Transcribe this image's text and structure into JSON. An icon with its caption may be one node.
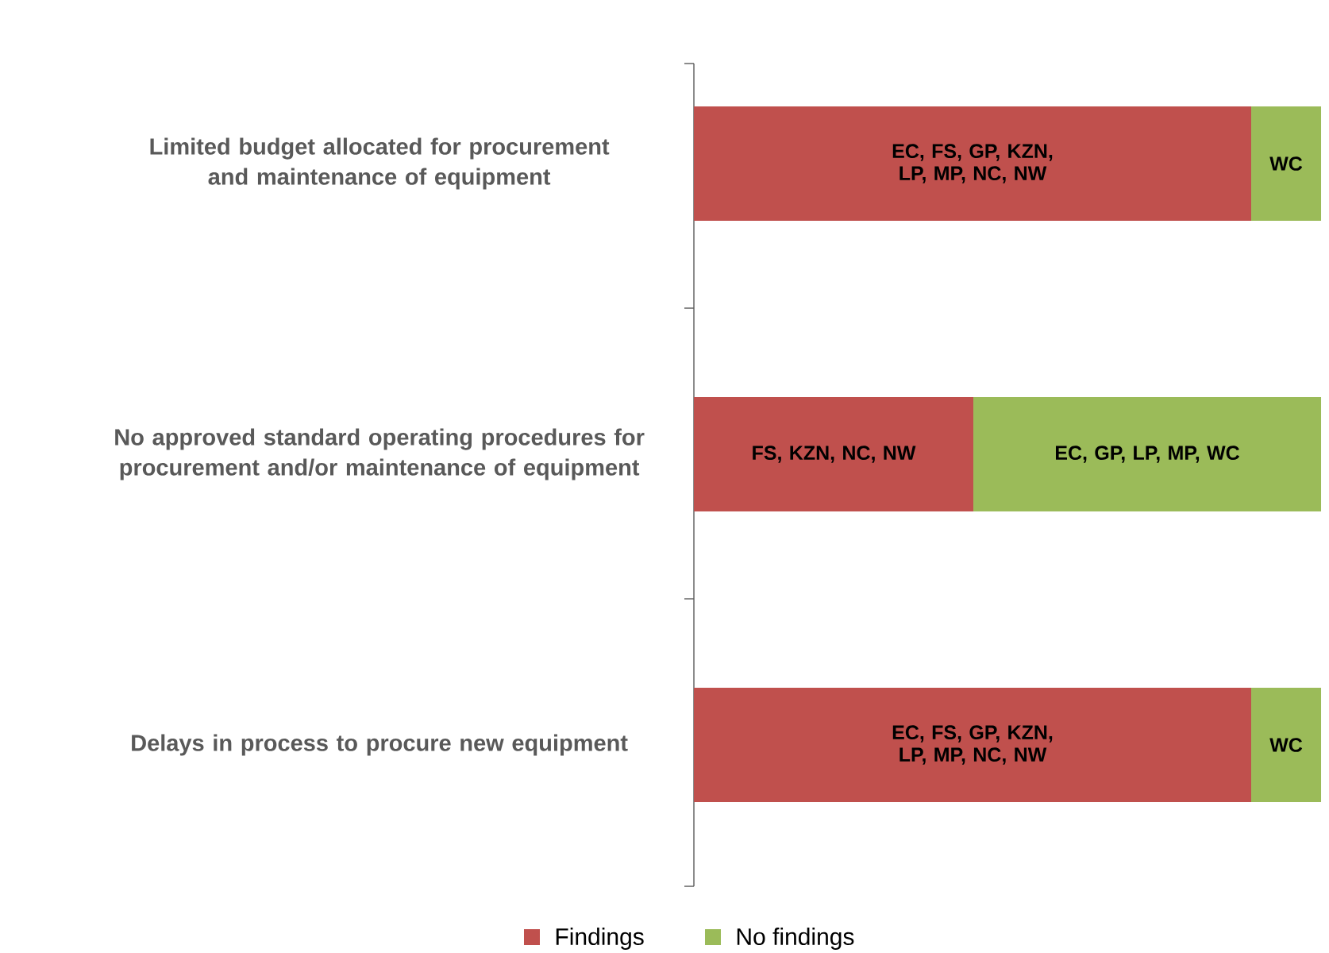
{
  "diagram": {
    "nodes": [
      {
        "text": [
          "EC, FS, GP, KZN, LP, MP, NC, NW"
        ]
      },
      {
        "text": [
          "WC"
        ]
      },
      {
        "text": [
          "FS, KZN, NC, NW"
        ]
      },
      {
        "text": [
          "EC, GP, LP, MP, WC"
        ]
      },
      {
        "text": [
          "EC, FS, GP, KZN, LP, MP, NC, NW"
        ]
      },
      {
        "text": [
          "WC"
        ]
      }
    ],
    "labels": [
      "Limited budget allocated for procurement and maintenance of equipment",
      "No approved standard operating procedures for procurement and/or maintenance of equipment",
      "Delays in process to procure new equipment"
    ],
    "legend": [
      {
        "text": "Findings",
        "color": "#c0504d"
      },
      {
        "text": "No findings",
        "color": "#9bbb59"
      }
    ]
  }
}
